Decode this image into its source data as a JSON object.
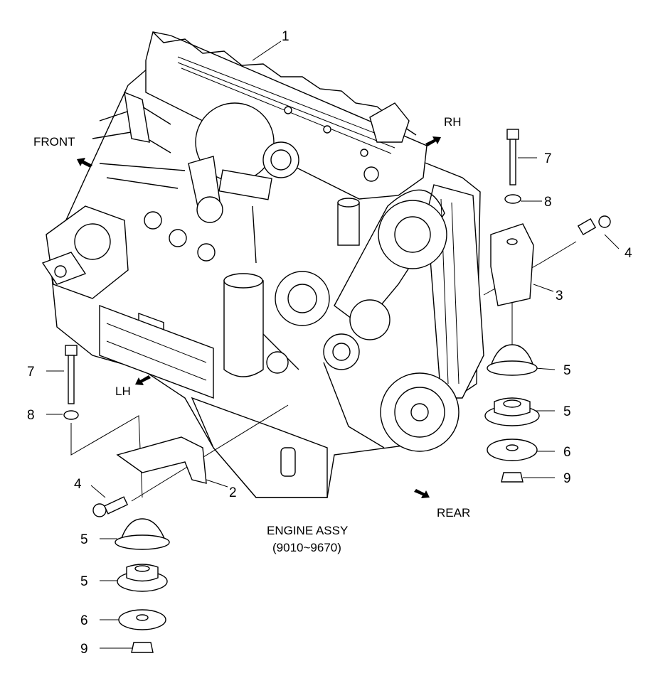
{
  "title": "ENGINE ASSY",
  "subtitle": "(9010~9670)",
  "directions": {
    "front": "FRONT",
    "rear": "REAR",
    "lh": "LH",
    "rh": "RH"
  },
  "callouts": {
    "engine": "1",
    "bracket_lh": "2",
    "bracket_rh": "3",
    "bolt_rh_4": "4",
    "bolt_lh_4": "4",
    "rh_5a": "5",
    "rh_5b": "5",
    "rh_6": "6",
    "rh_7": "7",
    "rh_8": "8",
    "rh_9": "9",
    "lh_5a": "5",
    "lh_5b": "5",
    "lh_6": "6",
    "lh_7": "7",
    "lh_8": "8",
    "lh_9": "9"
  }
}
